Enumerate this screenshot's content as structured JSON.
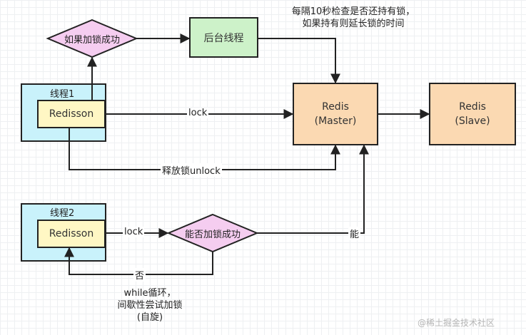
{
  "colors": {
    "thread_group": "#c9f2fb",
    "redisson_box": "#fff7c4",
    "background_thread_box": "#cdf2c9",
    "redis_box": "#fbd9b2",
    "decision_diamond": "#f5cdf0",
    "edge": "#222222"
  },
  "nodes": {
    "thread1_label": "线程1",
    "thread1_redisson": "Redisson",
    "thread2_label": "线程2",
    "thread2_redisson": "Redisson",
    "lock_success_decision": "如果加锁成功",
    "background_thread": "后台线程",
    "redis_master_name": "Redis",
    "redis_master_role": "(Master)",
    "redis_slave_name": "Redis",
    "redis_slave_role": "(Slave)",
    "can_lock_decision": "能否加锁成功"
  },
  "annotations": {
    "watchdog_note_line1": "每隔10秒检查是否还持有锁，",
    "watchdog_note_line2": "如果持有则延长锁的时间",
    "retry_note_line1": "while循环，",
    "retry_note_line2": "间歇性尝试加锁",
    "retry_note_line3": "(自旋)"
  },
  "edge_labels": {
    "thread1_lock": "lock",
    "thread1_unlock": "释放锁unlock",
    "thread2_lock": "lock",
    "yes": "能",
    "no": "否"
  },
  "watermark": "@稀土掘金技术社区"
}
